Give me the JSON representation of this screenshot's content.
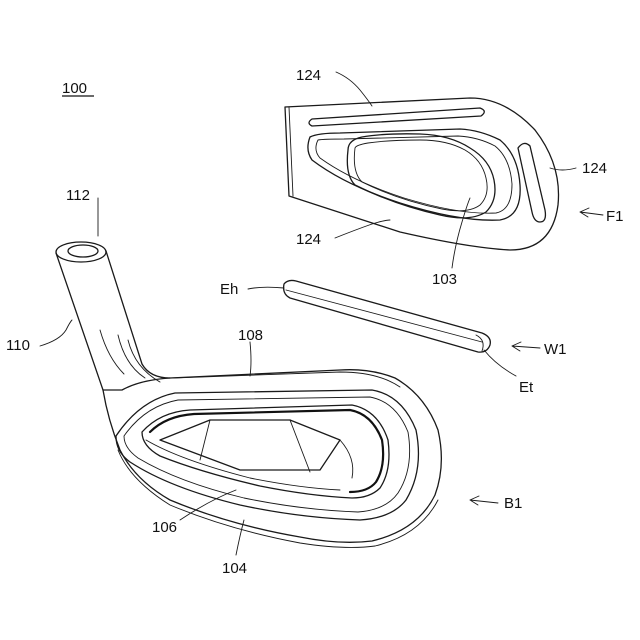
{
  "figure_label": "100",
  "labels": {
    "l124_top": "124",
    "l124_right": "124",
    "l124_bottom": "124",
    "lF1": "F1",
    "l103": "103",
    "l112": "112",
    "lEh": "Eh",
    "l110": "110",
    "l108": "108",
    "lW1": "W1",
    "lEt": "Et",
    "lB1": "B1",
    "l106": "106",
    "l104": "104"
  }
}
